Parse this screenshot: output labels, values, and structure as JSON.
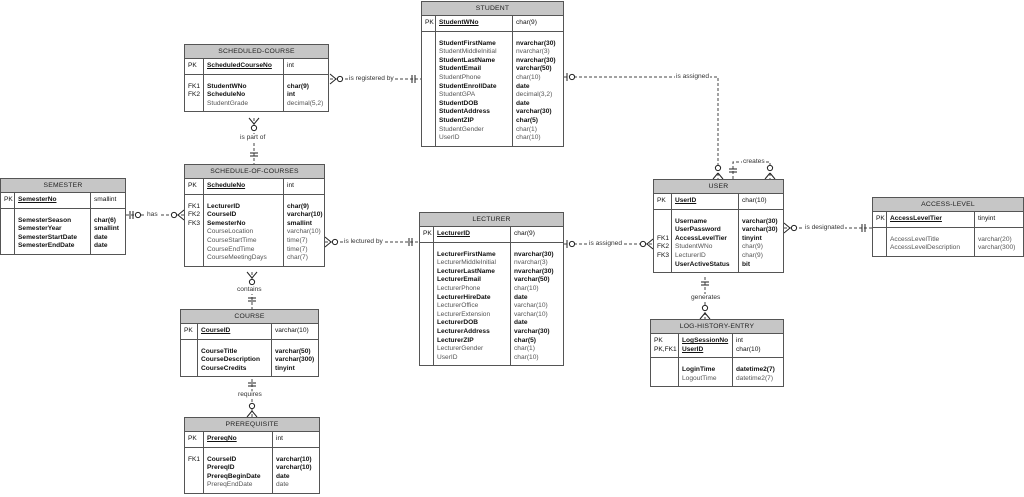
{
  "entities": {
    "student": {
      "title": "STUDENT",
      "pk": [
        {
          "key": "PK",
          "name": "StudentWNo",
          "type": "char(9)"
        }
      ],
      "attrs": [
        {
          "key": "",
          "name": "StudentFirstName",
          "type": "nvarchar(30)",
          "bold": true
        },
        {
          "key": "",
          "name": "StudentMiddleInitial",
          "type": "nvarchar(3)",
          "bold": false
        },
        {
          "key": "",
          "name": "StudentLastName",
          "type": "nvarchar(30)",
          "bold": true
        },
        {
          "key": "",
          "name": "StudentEmail",
          "type": "varchar(50)",
          "bold": true
        },
        {
          "key": "",
          "name": "StudentPhone",
          "type": "char(10)",
          "bold": false
        },
        {
          "key": "",
          "name": "StudentEnrollDate",
          "type": "date",
          "bold": true
        },
        {
          "key": "",
          "name": "StudentGPA",
          "type": "decimal(3,2)",
          "bold": false
        },
        {
          "key": "",
          "name": "StudentDOB",
          "type": "date",
          "bold": true
        },
        {
          "key": "",
          "name": "StudentAddress",
          "type": "varchar(30)",
          "bold": true
        },
        {
          "key": "",
          "name": "StudentZIP",
          "type": "char(5)",
          "bold": true
        },
        {
          "key": "",
          "name": "StudentGender",
          "type": "char(1)",
          "bold": false
        },
        {
          "key": "",
          "name": "UserID",
          "type": "char(10)",
          "bold": false
        }
      ]
    },
    "scheduled_course": {
      "title": "SCHEDULED-COURSE",
      "pk": [
        {
          "key": "PK",
          "name": "ScheduledCourseNo",
          "type": "int"
        }
      ],
      "attrs": [
        {
          "key": "FK1",
          "name": "StudentWNo",
          "type": "char(9)",
          "bold": true
        },
        {
          "key": "FK2",
          "name": "ScheduleNo",
          "type": "int",
          "bold": true
        },
        {
          "key": "",
          "name": "StudentGrade",
          "type": "decimal(5,2)",
          "bold": false
        }
      ]
    },
    "schedule_of_courses": {
      "title": "SCHEDULE-OF-COURSES",
      "pk": [
        {
          "key": "PK",
          "name": "ScheduleNo",
          "type": "int"
        }
      ],
      "attrs": [
        {
          "key": "FK1",
          "name": "LecturerID",
          "type": "char(9)",
          "bold": true
        },
        {
          "key": "FK2",
          "name": "CourseID",
          "type": "varchar(10)",
          "bold": true
        },
        {
          "key": "FK3",
          "name": "SemesterNo",
          "type": "smallint",
          "bold": true
        },
        {
          "key": "",
          "name": "CourseLocation",
          "type": "varchar(10)",
          "bold": false
        },
        {
          "key": "",
          "name": "CourseStartTime",
          "type": "time(7)",
          "bold": false
        },
        {
          "key": "",
          "name": "CourseEndTime",
          "type": "time(7)",
          "bold": false
        },
        {
          "key": "",
          "name": "CourseMeetingDays",
          "type": "char(7)",
          "bold": false
        }
      ]
    },
    "semester": {
      "title": "SEMESTER",
      "pk": [
        {
          "key": "PK",
          "name": "SemesterNo",
          "type": "smallint"
        }
      ],
      "attrs": [
        {
          "key": "",
          "name": "SemesterSeason",
          "type": "char(6)",
          "bold": true
        },
        {
          "key": "",
          "name": "SemesterYear",
          "type": "smallint",
          "bold": true
        },
        {
          "key": "",
          "name": "SemesterStartDate",
          "type": "date",
          "bold": true
        },
        {
          "key": "",
          "name": "SemesterEndDate",
          "type": "date",
          "bold": true
        }
      ]
    },
    "course": {
      "title": "COURSE",
      "pk": [
        {
          "key": "PK",
          "name": "CourseID",
          "type": "varchar(10)"
        }
      ],
      "attrs": [
        {
          "key": "",
          "name": "CourseTitle",
          "type": "varchar(50)",
          "bold": true
        },
        {
          "key": "",
          "name": "CourseDescription",
          "type": "varchar(300)",
          "bold": true
        },
        {
          "key": "",
          "name": "CourseCredits",
          "type": "tinyint",
          "bold": true
        }
      ]
    },
    "prerequisite": {
      "title": "PREREQUISITE",
      "pk": [
        {
          "key": "PK",
          "name": "PrereqNo",
          "type": "int"
        }
      ],
      "attrs": [
        {
          "key": "FK1",
          "name": "CourseID",
          "type": "varchar(10)",
          "bold": true
        },
        {
          "key": "",
          "name": "PrereqID",
          "type": "varchar(10)",
          "bold": true
        },
        {
          "key": "",
          "name": "PrereqBeginDate",
          "type": "date",
          "bold": true
        },
        {
          "key": "",
          "name": "PrereqEndDate",
          "type": "date",
          "bold": false
        }
      ]
    },
    "lecturer": {
      "title": "LECTURER",
      "pk": [
        {
          "key": "PK",
          "name": "LecturerID",
          "type": "char(9)"
        }
      ],
      "attrs": [
        {
          "key": "",
          "name": "LecturerFirstName",
          "type": "nvarchar(30)",
          "bold": true
        },
        {
          "key": "",
          "name": "LecturerMiddleInitial",
          "type": "nvarchar(3)",
          "bold": false
        },
        {
          "key": "",
          "name": "LecturerLastName",
          "type": "nvarchar(30)",
          "bold": true
        },
        {
          "key": "",
          "name": "LecturerEmail",
          "type": "varchar(50)",
          "bold": true
        },
        {
          "key": "",
          "name": "LecturerPhone",
          "type": "char(10)",
          "bold": false
        },
        {
          "key": "",
          "name": "LecturerHireDate",
          "type": "date",
          "bold": true
        },
        {
          "key": "",
          "name": "LecturerOffice",
          "type": "varchar(10)",
          "bold": false
        },
        {
          "key": "",
          "name": "LecturerExtension",
          "type": "varchar(10)",
          "bold": false
        },
        {
          "key": "",
          "name": "LecturerDOB",
          "type": "date",
          "bold": true
        },
        {
          "key": "",
          "name": "LecturerAddress",
          "type": "varchar(30)",
          "bold": true
        },
        {
          "key": "",
          "name": "LecturerZIP",
          "type": "char(5)",
          "bold": true
        },
        {
          "key": "",
          "name": "LecturerGender",
          "type": "char(1)",
          "bold": false
        },
        {
          "key": "",
          "name": "UserID",
          "type": "char(10)",
          "bold": false
        }
      ]
    },
    "user": {
      "title": "USER",
      "pk": [
        {
          "key": "PK",
          "name": "UserID",
          "type": "char(10)"
        }
      ],
      "attrs": [
        {
          "key": "",
          "name": "Username",
          "type": "varchar(30)",
          "bold": true
        },
        {
          "key": "",
          "name": "UserPassword",
          "type": "varchar(30)",
          "bold": true
        },
        {
          "key": "FK1",
          "name": "AccessLevelTier",
          "type": "tinyint",
          "bold": true
        },
        {
          "key": "FK2",
          "name": "StudentWNo",
          "type": "char(9)",
          "bold": false
        },
        {
          "key": "FK3",
          "name": "LecturerID",
          "type": "char(9)",
          "bold": false
        },
        {
          "key": "",
          "name": "UserActiveStatus",
          "type": "bit",
          "bold": true
        }
      ]
    },
    "access_level": {
      "title": "ACCESS-LEVEL",
      "pk": [
        {
          "key": "PK",
          "name": "AccessLevelTier",
          "type": "tinyint"
        }
      ],
      "attrs": [
        {
          "key": "",
          "name": "AccessLevelTitle",
          "type": "varchar(20)",
          "bold": false
        },
        {
          "key": "",
          "name": "AccessLevelDescription",
          "type": "varchar(300)",
          "bold": false
        }
      ]
    },
    "log_history_entry": {
      "title": "LOG-HISTORY-ENTRY",
      "pk": [
        {
          "key": "PK",
          "name": "LogSessionNo",
          "type": "int"
        },
        {
          "key": "PK,FK1",
          "name": "UserID",
          "type": "char(10)"
        }
      ],
      "attrs": [
        {
          "key": "",
          "name": "LoginTime",
          "type": "datetime2(7)",
          "bold": true
        },
        {
          "key": "",
          "name": "LogoutTime",
          "type": "datetime2(7)",
          "bold": false
        }
      ]
    }
  },
  "relationships": {
    "is_registered_by": "is registered by",
    "is_part_of": "is part of",
    "has": "has",
    "is_lectured_by": "is lectured by",
    "contains": "contains",
    "requires": "requires",
    "student_is_assigned": "is assigned",
    "lecturer_is_assigned": "is assigned",
    "creates": "creates",
    "is_designated": "is designated",
    "generates": "generates"
  },
  "colors": {
    "header_fill": "#c6c6c6",
    "border": "#555555",
    "line": "#444444"
  }
}
